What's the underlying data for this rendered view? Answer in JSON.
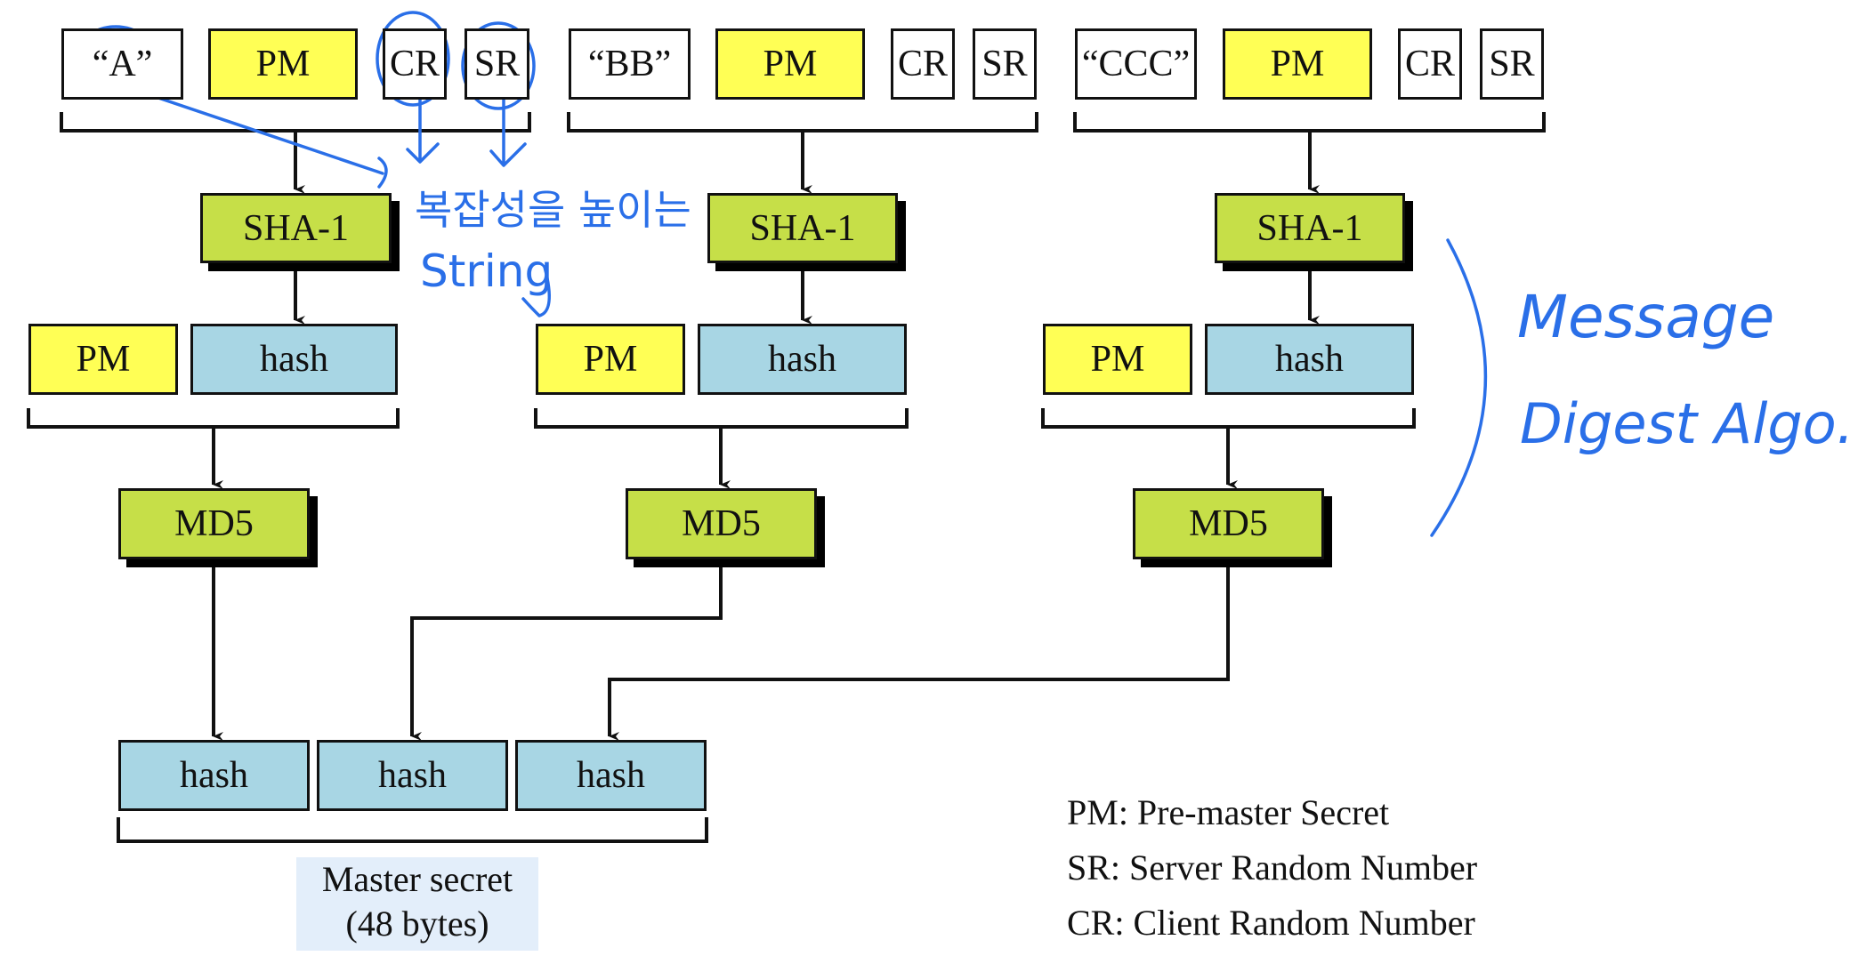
{
  "row1": {
    "groups": [
      {
        "string": "“A”",
        "pm": "PM",
        "cr": "CR",
        "sr": "SR"
      },
      {
        "string": "“BB”",
        "pm": "PM",
        "cr": "CR",
        "sr": "SR"
      },
      {
        "string": "“CCC”",
        "pm": "PM",
        "cr": "CR",
        "sr": "SR"
      }
    ]
  },
  "sha": [
    "SHA-1",
    "SHA-1",
    "SHA-1"
  ],
  "row3": [
    {
      "pm": "PM",
      "hash": "hash"
    },
    {
      "pm": "PM",
      "hash": "hash"
    },
    {
      "pm": "PM",
      "hash": "hash"
    }
  ],
  "md5": [
    "MD5",
    "MD5",
    "MD5"
  ],
  "output_hashes": [
    "hash",
    "hash",
    "hash"
  ],
  "master": {
    "line1": "Master secret",
    "line2": "(48 bytes)"
  },
  "legend": [
    "PM: Pre-master Secret",
    "SR: Server Random Number",
    "CR: Client Random Number"
  ],
  "annotations": {
    "korean_note": "복잡성을 높이는",
    "string_note": "String",
    "message": "Message",
    "digest_algo": "Digest Algo."
  },
  "colors": {
    "yellow": "#ffff55",
    "green": "#c6df48",
    "blue": "#a8d6e4",
    "master_bg": "#e3eefa",
    "annotation": "#2a6fe8"
  }
}
